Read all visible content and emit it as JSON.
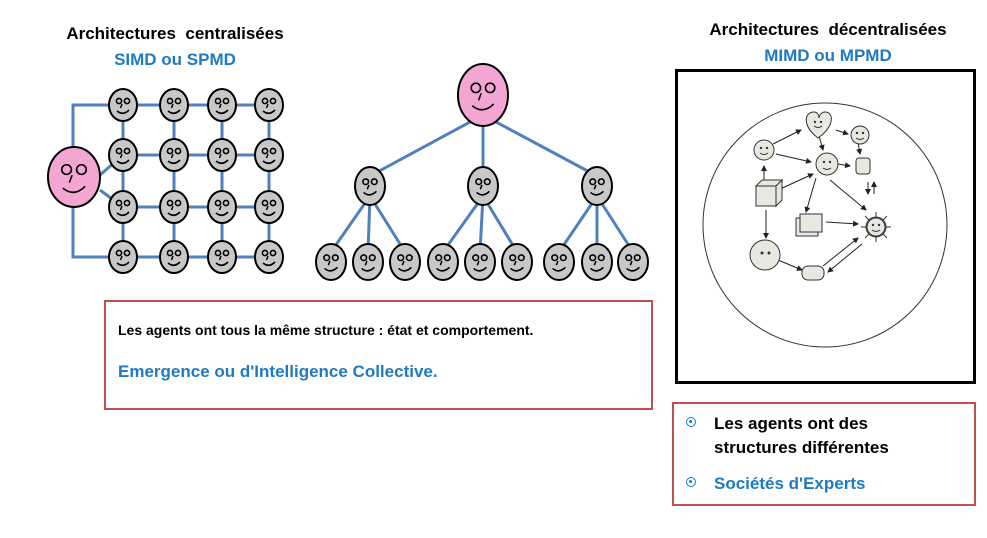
{
  "left": {
    "title": "Architectures  centralisées",
    "subtitle": "SIMD ou SPMD"
  },
  "right": {
    "title": "Architectures  décentralisées",
    "subtitle": "MIMD ou MPMD",
    "bullets": [
      "Les agents ont des structures différentes",
      "Sociétés d'Experts"
    ]
  },
  "middle_box": {
    "line1": "Les agents ont tous la même structure : état et comportement.",
    "line2": "Emergence ou d'Intelligence Collective."
  },
  "colors": {
    "accent_blue": "#1f7ac4",
    "link_blue": "#4f81bd",
    "leader_pink": "#f4a6d2",
    "agent_gray": "#c8c8c8",
    "box_border_red": "#c0504d"
  },
  "icons": [
    "leader-face-icon",
    "agent-face-icon",
    "heart-agent-icon",
    "cube-agent-icon",
    "cylinder-agent-icon",
    "star-agent-icon"
  ]
}
